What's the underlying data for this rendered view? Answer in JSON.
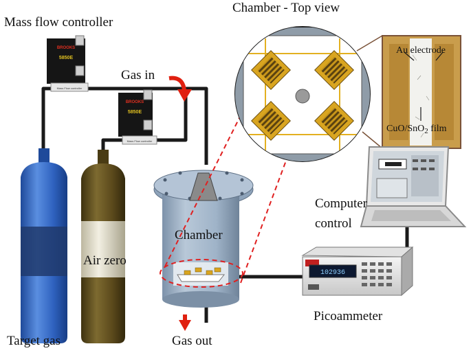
{
  "labels": {
    "mass_flow_controller": "Mass flow controller",
    "chamber_top_view": "Chamber - Top view",
    "gas_in": "Gas in",
    "au_electrode": "Au electrode",
    "film_prefix": "CuO/SnO",
    "film_sub": "2",
    "film_suffix": " film",
    "computer_control_1": "Computer",
    "computer_control_2": "control",
    "chamber": "Chamber",
    "air_zero": "Air zero",
    "picoammeter": "Picoammeter",
    "target_gas": "Target gas",
    "gas_out": "Gas out"
  },
  "device_text": {
    "mfc_brand": "BROOKS",
    "mfc_model": "5850E",
    "mfc_base": "Mass Flow controller",
    "meter_display": "102936"
  },
  "colors": {
    "pipe": "#1a1a1a",
    "arrow_red": "#e02010",
    "dashed_red": "#e02020",
    "target_cylinder": "#2f5fb8",
    "air_cylinder": "#5c4a1c",
    "chamber_body": "#9fb3c8",
    "electrode_gold": "#d9a520"
  }
}
